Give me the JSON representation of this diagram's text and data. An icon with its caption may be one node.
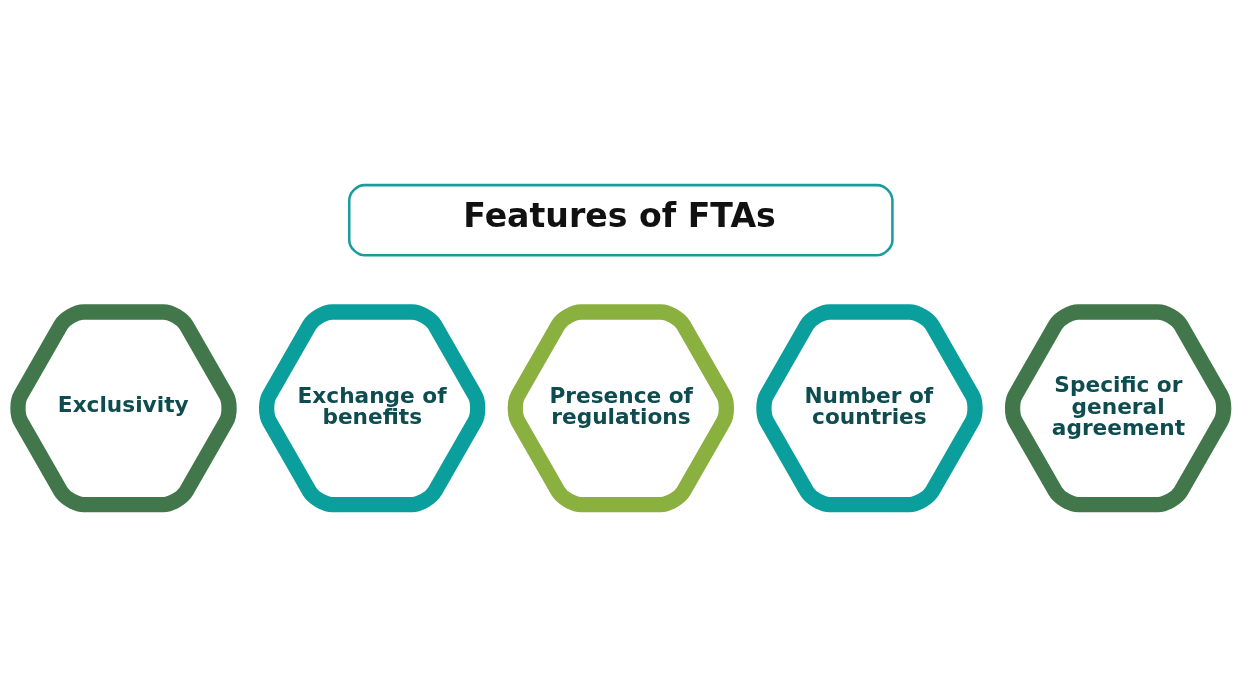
{
  "diagram": {
    "title": "Features of FTAs",
    "nodes": [
      {
        "text": [
          "Exclusivity"
        ]
      },
      {
        "text": [
          "Exchange of benefits"
        ]
      },
      {
        "text": [
          "Presence of regulations"
        ]
      },
      {
        "text": [
          "Number of countries"
        ]
      },
      {
        "text": [
          "Specific or general agreement"
        ]
      }
    ],
    "edges": []
  }
}
